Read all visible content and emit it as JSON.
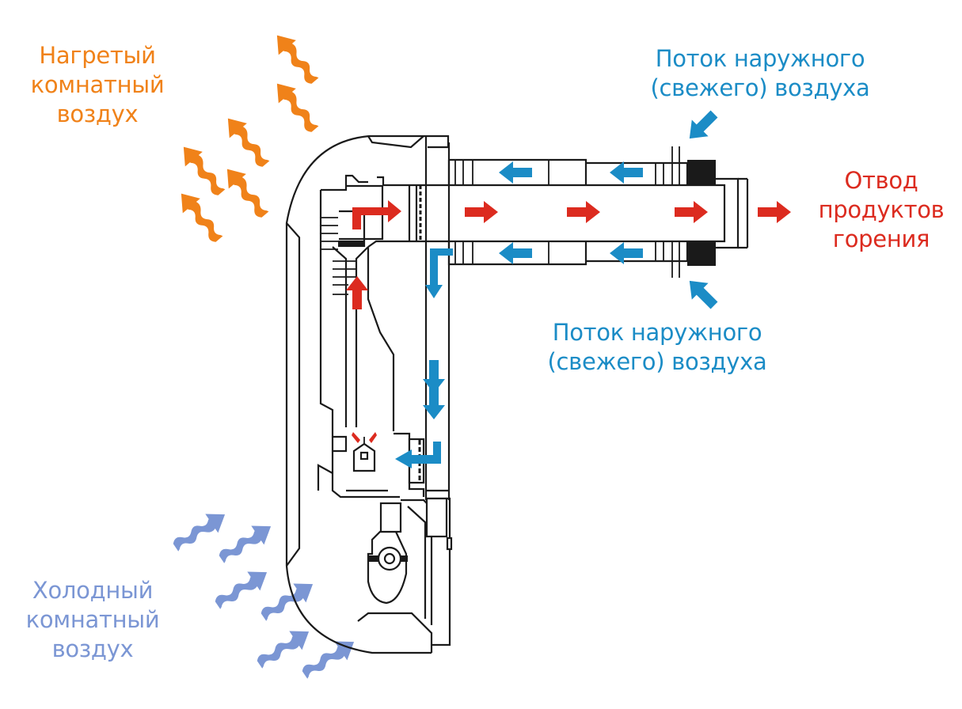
{
  "colors": {
    "warm_air": "#f08219",
    "cold_air": "#7b96d4",
    "fresh_air": "#1b8cc6",
    "exhaust": "#dc2b1f",
    "outline": "#1a1a1a",
    "background": "#ffffff"
  },
  "labels": {
    "warm_room_air": [
      "Нагретый",
      "комнатный",
      "воздух"
    ],
    "cold_room_air": [
      "Холодный",
      "комнатный",
      "воздух"
    ],
    "fresh_air_top": [
      "Поток наружного",
      "(свежего) воздуха"
    ],
    "fresh_air_bottom": [
      "Поток наружного",
      "(свежего) воздуха"
    ],
    "exhaust_out": [
      "Отвод",
      "продуктов",
      "горения"
    ]
  },
  "icons": {
    "warm_air_arrow": "wavy-arrow-up-left",
    "cold_air_arrow": "wavy-arrow-up-right",
    "fresh_air_arrow": "straight-arrow",
    "exhaust_arrow": "straight-arrow",
    "burner_flame": "flame-icon"
  },
  "flows": {
    "warm_air_arrow_count": 6,
    "cold_air_arrow_count": 6,
    "exhaust_arrow_count": 6,
    "fresh_air_arrow_count": 11
  }
}
